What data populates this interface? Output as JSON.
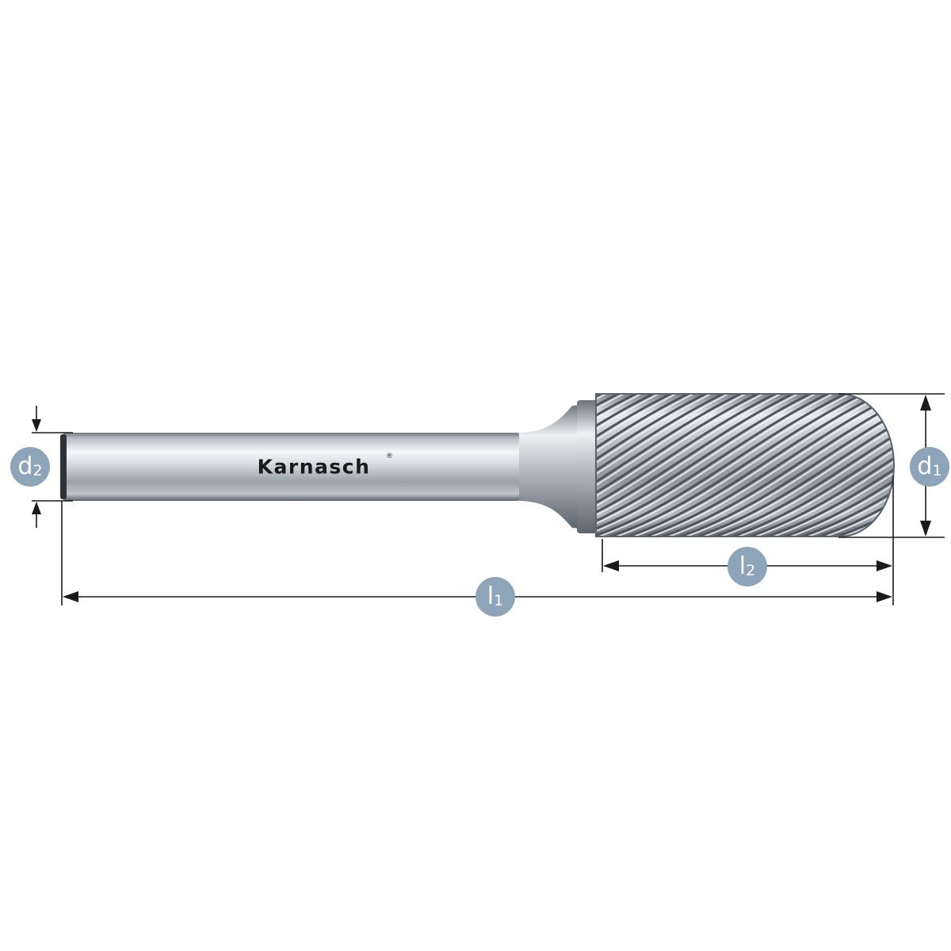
{
  "drawing": {
    "brand": "Karnasch",
    "brand_mark": "®",
    "colors": {
      "badge": "#8ea4b8",
      "dimension_line": "#1a1a1a",
      "steel_light": "#f4f5f7",
      "steel_mid": "#c3c8cf",
      "steel_dark": "#5f666e"
    },
    "dimensions": {
      "d1": {
        "main": "d",
        "sub": "1"
      },
      "d2": {
        "main": "d",
        "sub": "2"
      },
      "l1": {
        "main": "l",
        "sub": "1"
      },
      "l2": {
        "main": "l",
        "sub": "2"
      }
    }
  }
}
